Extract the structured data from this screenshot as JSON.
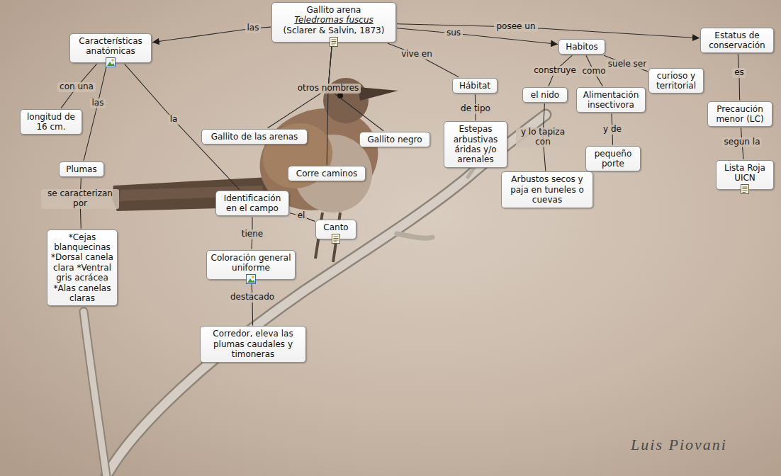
{
  "diagram": {
    "nodes": [
      {
        "text": [
          "Gallito arena",
          "Teledromas fuscus",
          "(Sclarer & Salvin, 1873)"
        ]
      },
      {
        "text": [
          "Características anatómicas"
        ]
      },
      {
        "text": [
          "Estatus de conservación"
        ]
      },
      {
        "text": [
          "Habitos"
        ]
      },
      {
        "text": [
          "Hábitat"
        ]
      },
      {
        "text": [
          "longitud de 16 cm."
        ]
      },
      {
        "text": [
          "Plumas"
        ]
      },
      {
        "text": [
          "Gallito de las arenas"
        ]
      },
      {
        "text": [
          "Gallito negro"
        ]
      },
      {
        "text": [
          "Corre caminos"
        ]
      },
      {
        "text": [
          "el nido"
        ]
      },
      {
        "text": [
          "Alimentación insectivora"
        ]
      },
      {
        "text": [
          "curioso y territorial"
        ]
      },
      {
        "text": [
          "Precaución menor (LC)"
        ]
      },
      {
        "text": [
          "Estepas arbustivas áridas y/o arenales"
        ]
      },
      {
        "text": [
          "pequeño porte"
        ]
      },
      {
        "text": [
          "Lista Roja UICN"
        ]
      },
      {
        "text": [
          "Identificación en el campo"
        ]
      },
      {
        "text": [
          "Canto"
        ]
      },
      {
        "text": [
          "Arbustos secos y paja en tuneles o cuevas"
        ]
      },
      {
        "text": [
          "*Cejas blanquecinas *Dorsal canela clara *Ventral gris acrácea *Alas canelas claras"
        ]
      },
      {
        "text": [
          "Coloración general uniforme"
        ]
      },
      {
        "text": [
          "Corredor, eleva las plumas caudales y timoneras"
        ]
      }
    ],
    "edges": [
      {
        "from": 0,
        "to": 1,
        "label": "las",
        "arrow": "to"
      },
      {
        "from": 0,
        "to": 3,
        "label": "sus",
        "arrow": "to"
      },
      {
        "from": 0,
        "to": 2,
        "label": "posee un",
        "arrow": "to"
      },
      {
        "from": 0,
        "to": 4,
        "label": "vive en",
        "arrow": "none"
      },
      {
        "from": 0,
        "to": 7,
        "label": "otros nombres",
        "arrow": "none"
      },
      {
        "from": 0,
        "to": 8,
        "arrow": "none"
      },
      {
        "from": 0,
        "to": 9,
        "arrow": "none"
      },
      {
        "from": 1,
        "to": 5,
        "label": "con una",
        "arrow": "none"
      },
      {
        "from": 1,
        "to": 6,
        "label": "las",
        "arrow": "none"
      },
      {
        "from": 1,
        "to": 17,
        "label": "la",
        "arrow": "none"
      },
      {
        "from": 6,
        "to": 20,
        "label": "se caracterizan por",
        "arrow": "none"
      },
      {
        "from": 17,
        "to": 21,
        "label": "tiene",
        "arrow": "none"
      },
      {
        "from": 17,
        "to": 18,
        "label": "el",
        "arrow": "none"
      },
      {
        "from": 21,
        "to": 22,
        "label": "destacado",
        "arrow": "none"
      },
      {
        "from": 4,
        "to": 14,
        "label": "de tipo",
        "arrow": "none"
      },
      {
        "from": 3,
        "to": 10,
        "label": "construye",
        "arrow": "none"
      },
      {
        "from": 3,
        "to": 11,
        "label": "como",
        "arrow": "none"
      },
      {
        "from": 3,
        "to": 12,
        "label": "suele ser",
        "arrow": "none"
      },
      {
        "from": 10,
        "to": 19,
        "label": "y lo tapiza con",
        "arrow": "none"
      },
      {
        "from": 11,
        "to": 15,
        "label": "y de",
        "arrow": "none"
      },
      {
        "from": 2,
        "to": 13,
        "label": "es",
        "arrow": "none"
      },
      {
        "from": 13,
        "to": 16,
        "label": "segun la",
        "arrow": "none"
      }
    ],
    "labels": [
      "Luis Piovani"
    ]
  }
}
